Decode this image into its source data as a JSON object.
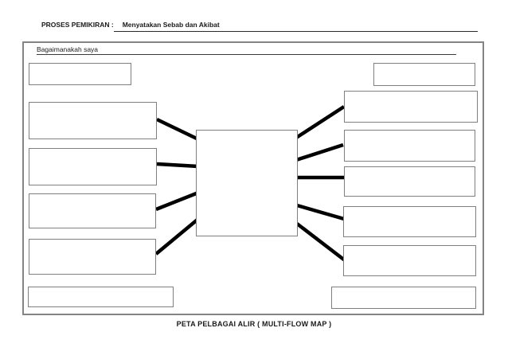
{
  "header": {
    "label": "PROSES PEMIKIRAN  :",
    "value": "Menyatakan Sebab dan Akibat"
  },
  "worksheet": {
    "question_prompt": "Bagaimanakah saya",
    "boxes": {
      "top_left_note": "",
      "top_right_note": "",
      "causes": [
        "",
        "",
        "",
        ""
      ],
      "center_event": "",
      "effects": [
        "",
        "",
        "",
        "",
        ""
      ],
      "bottom_left_note": "",
      "bottom_right_note": ""
    }
  },
  "footer": {
    "caption": "PETA PELBAGAI ALIR ( MULTI-FLOW MAP )"
  },
  "colors": {
    "frame_border": "#848484",
    "box_border": "#7f7f7f",
    "connector": "#000000",
    "text": "#1a1a1a",
    "background": "#ffffff"
  }
}
